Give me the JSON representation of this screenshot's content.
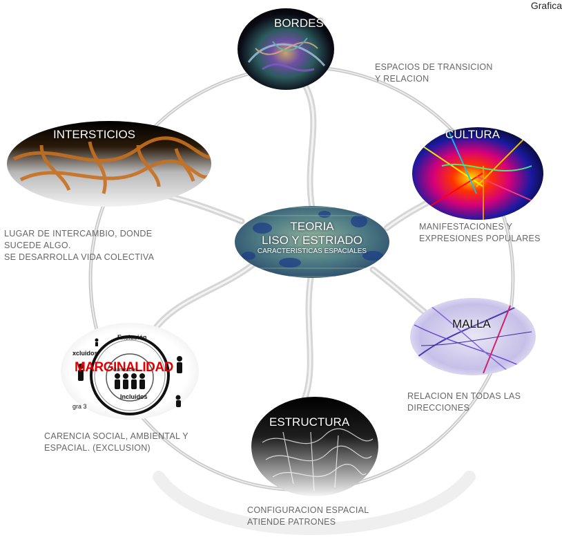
{
  "corner_label": "Grafica",
  "center": {
    "line1": "TEORIA",
    "line2": "LISO Y ESTRIADO",
    "line3": "CARACTERISTICAS ESPACIALES"
  },
  "nodes": {
    "bordes": {
      "title": "BORDES",
      "desc": [
        "ESPACIOS DE TRANSICION",
        "Y RELACION"
      ]
    },
    "cultura": {
      "title": "CULTURA",
      "desc": [
        "MANIFESTACIONES Y",
        "EXPRESIONES POPULARES"
      ]
    },
    "malla": {
      "title": "MALLA",
      "desc": [
        "RELACION EN TODAS LAS",
        "DIRECCIONES"
      ]
    },
    "estructura": {
      "title": "ESTRUCTURA",
      "desc": [
        "CONFIGURACION ESPACIAL",
        "ATIENDE PATRONES"
      ]
    },
    "marginalidad": {
      "title": "MARGINALIDAD",
      "desc": [
        "CARENCIA SOCIAL, AMBIENTAL Y",
        "ESPACIAL. (EXCLUSION)"
      ],
      "labels": {
        "exclusion": "Exclusión",
        "excluidos": "xcluidos",
        "vulnerables": "Vulnerables",
        "incluidos": "Incluidos",
        "fig": "gra 3"
      }
    },
    "intersticios": {
      "title": "INTERSTICIOS",
      "desc": [
        "LUGAR DE INTERCAMBIO, DONDE",
        "SUCEDE ALGO.",
        "SE DESARROLLA VIDA COLECTIVA"
      ]
    }
  },
  "colors": {
    "ring": "#c8c8c8",
    "marginalidad_title": "#e00000",
    "description_text": "#666666"
  }
}
